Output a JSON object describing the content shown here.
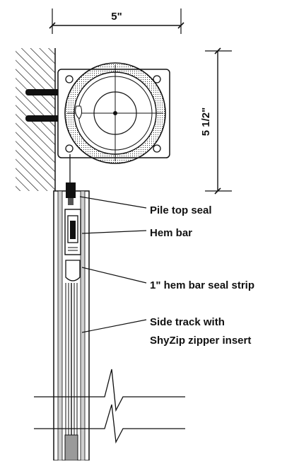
{
  "dimensions": {
    "width_label": "5\"",
    "height_label": "5 1/2\""
  },
  "callouts": {
    "pile_top_seal": "Pile top seal",
    "hem_bar": "Hem bar",
    "hem_bar_seal_strip": "1\" hem bar seal strip",
    "side_track_line1": "Side track with",
    "side_track_line2": "ShyZip zipper insert"
  },
  "colors": {
    "line": "#111111",
    "track_fill": "#9a9a9a",
    "track_light": "#d6d6d6",
    "hatch": "#222222"
  }
}
